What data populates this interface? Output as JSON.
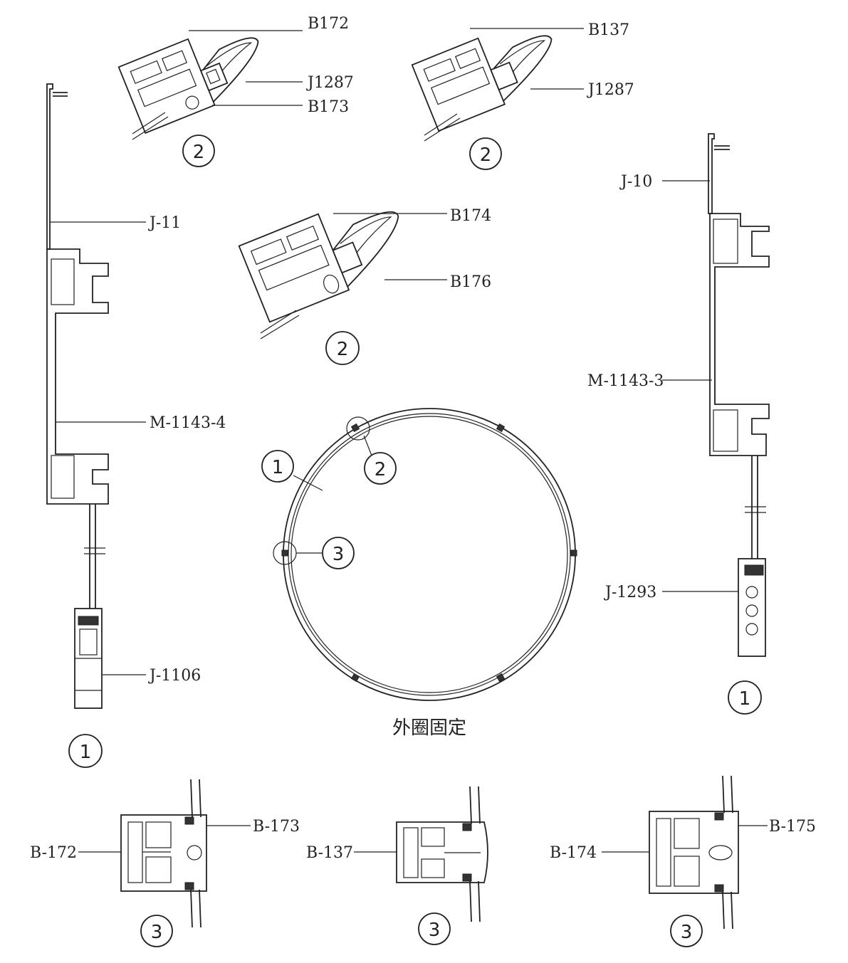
{
  "labels": {
    "b172_top": "B172",
    "j1287_left": "J1287",
    "b173_top": "B173",
    "b137_top": "B137",
    "j1287_right": "J1287",
    "b174_mid": "B174",
    "b176_mid": "B176",
    "j11": "J-11",
    "m1143_4": "M-1143-4",
    "j1106": "J-1106",
    "j10": "J-10",
    "m1143_3": "M-1143-3",
    "j1293": "J-1293",
    "b172_bot": "B-172",
    "b173_bot": "B-173",
    "b137_bot": "B-137",
    "b174_bot": "B-174",
    "b175_bot": "B-175"
  },
  "caption": "外圈固定",
  "callouts": {
    "n1": "1",
    "n2": "2",
    "n3": "3"
  }
}
